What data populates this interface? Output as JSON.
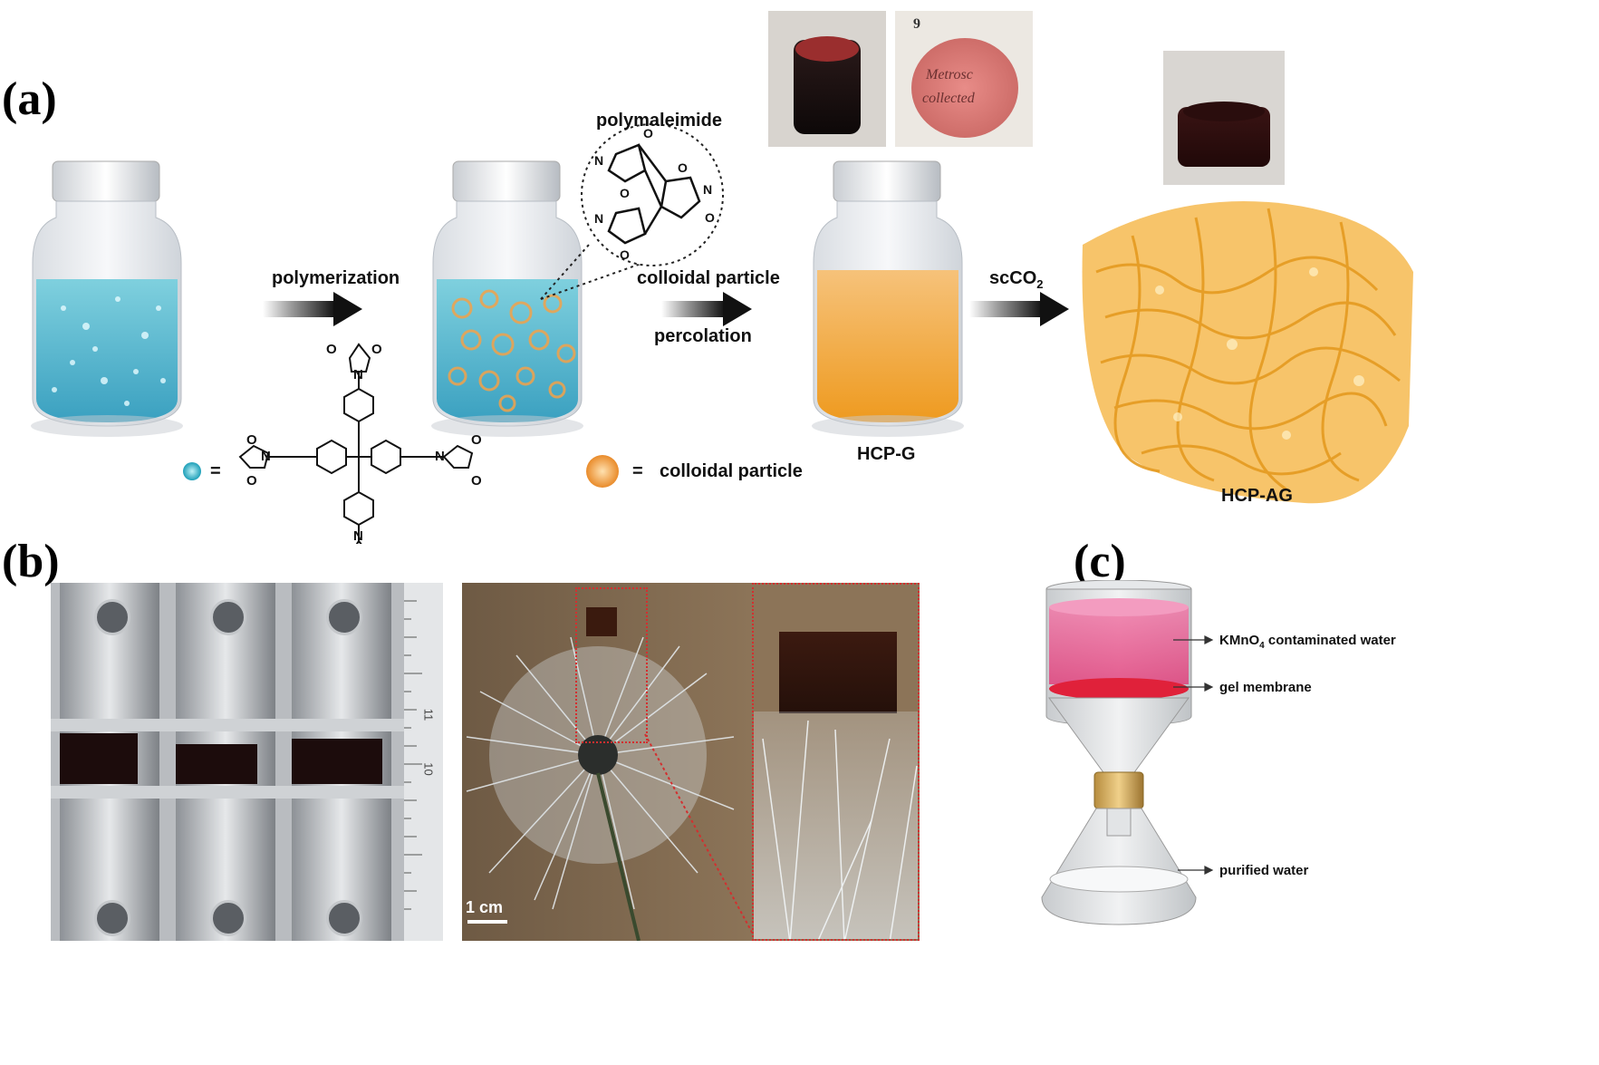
{
  "panels": {
    "a": "(a)",
    "b": "(b)",
    "c": "(c)"
  },
  "panel_a": {
    "step1_label": "polymerization",
    "step2_label_top": "colloidal particle",
    "step2_label_bottom": "percolation",
    "step3_label": "scCO",
    "step3_sub": "2",
    "polymaleimide_label": "polymaleimide",
    "legend_monomer_eq": "=",
    "legend_particle_eq": "=",
    "legend_particle_label": "colloidal particle",
    "gel_label": "HCP-G",
    "aerogel_label": "HCP-AG",
    "photo_text_lines": [
      "9",
      "Metrosc",
      "collected"
    ]
  },
  "panel_b": {
    "scale_bar_label": "1 cm",
    "ruler_numbers": [
      "11",
      "10"
    ]
  },
  "panel_c": {
    "label_top_main": "KMnO",
    "label_top_sub": "4",
    "label_top_rest": " contaminated water",
    "label_membrane": "gel membrane",
    "label_bottom": "purified water"
  },
  "colors": {
    "monomer": "#2bb7c9",
    "particle": "#f2a24a",
    "gel": "#f3a52a",
    "kmno4": "#e0417c",
    "membrane": "#e0213a"
  }
}
